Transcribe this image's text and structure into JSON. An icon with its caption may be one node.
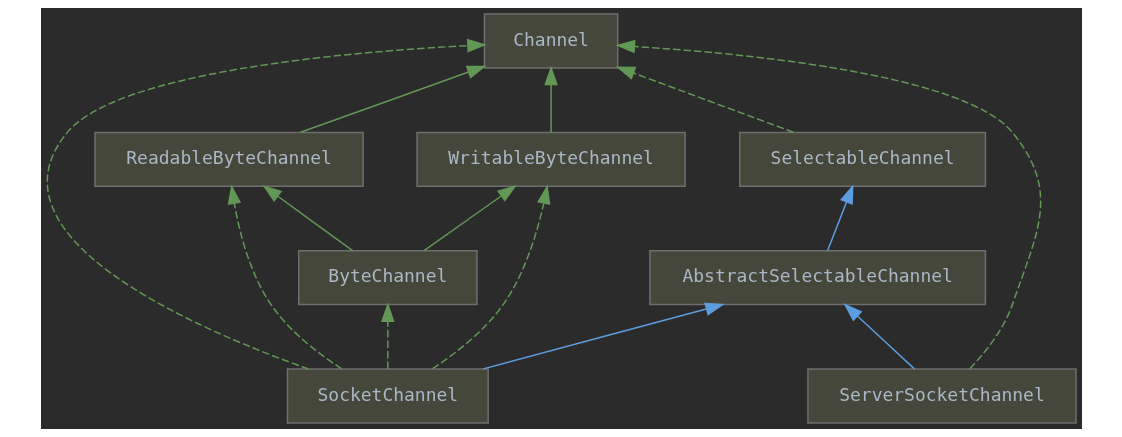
{
  "diagram": {
    "nodes": [
      {
        "text": [
          "Channel"
        ]
      },
      {
        "text": [
          "ReadableByteChannel"
        ]
      },
      {
        "text": [
          "WritableByteChannel"
        ]
      },
      {
        "text": [
          "SelectableChannel"
        ]
      },
      {
        "text": [
          "ByteChannel"
        ]
      },
      {
        "text": [
          "AbstractSelectableChannel"
        ]
      },
      {
        "text": [
          "SocketChannel"
        ]
      },
      {
        "text": [
          "ServerSocketChannel"
        ]
      }
    ],
    "edges": [
      {
        "from": 1,
        "to": 0,
        "arrow": "to"
      },
      {
        "from": 2,
        "to": 0,
        "arrow": "to"
      },
      {
        "from": 6,
        "to": 0,
        "arrow": "to",
        "style": "dashed"
      },
      {
        "from": 3,
        "to": 0,
        "arrow": "to",
        "style": "dashed"
      },
      {
        "from": 7,
        "to": 0,
        "arrow": "to",
        "style": "dashed"
      },
      {
        "from": 6,
        "to": 1,
        "arrow": "to",
        "style": "dashed"
      },
      {
        "from": 4,
        "to": 1,
        "arrow": "to"
      },
      {
        "from": 4,
        "to": 2,
        "arrow": "to"
      },
      {
        "from": 6,
        "to": 2,
        "arrow": "to",
        "style": "dashed"
      },
      {
        "from": 5,
        "to": 3,
        "arrow": "to",
        "color": "#5c9de0"
      },
      {
        "from": 6,
        "to": 4,
        "arrow": "to",
        "style": "dashed"
      },
      {
        "from": 6,
        "to": 5,
        "arrow": "to",
        "color": "#5c9de0"
      },
      {
        "from": 7,
        "to": 5,
        "arrow": "to",
        "color": "#5c9de0"
      }
    ]
  }
}
